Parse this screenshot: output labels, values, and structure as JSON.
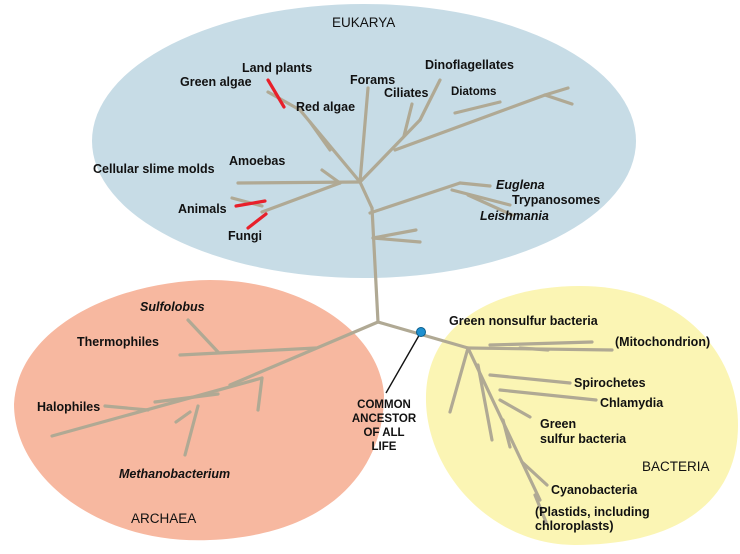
{
  "domains": {
    "eukarya": "EUKARYA",
    "archaea": "ARCHAEA",
    "bacteria": "BACTERIA"
  },
  "eukarya_taxa": {
    "land_plants": "Land plants",
    "green_algae": "Green algae",
    "red_algae": "Red algae",
    "forams": "Forams",
    "dinoflagellates": "Dinoflagellates",
    "ciliates": "Ciliates",
    "diatoms": "Diatoms",
    "cellular_slime_molds": "Cellular slime molds",
    "amoebas": "Amoebas",
    "animals": "Animals",
    "fungi": "Fungi",
    "euglena": "Euglena",
    "trypanosomes": "Trypanosomes",
    "leishmania": "Leishmania"
  },
  "archaea_taxa": {
    "sulfolobus": "Sulfolobus",
    "thermophiles": "Thermophiles",
    "halophiles": "Halophiles",
    "methanobacterium": "Methanobacterium"
  },
  "bacteria_taxa": {
    "green_nonsulfur": "Green nonsulfur bacteria",
    "mitochondrion": "(Mitochondrion)",
    "spirochetes": "Spirochetes",
    "chlamydia": "Chlamydia",
    "green_sulfur_1": "Green",
    "green_sulfur_2": "sulfur bacteria",
    "cyanobacteria": "Cyanobacteria",
    "plastids_1": "(Plastids, including",
    "plastids_2": "chloroplasts)"
  },
  "common_ancestor": {
    "line1": "COMMON",
    "line2": "ANCESTOR",
    "line3": "OF ALL",
    "line4": "LIFE"
  },
  "colors": {
    "eukarya_fill": "#c7dce6",
    "archaea_fill": "#f7b8a0",
    "bacteria_fill": "#fbf5b4",
    "branch": "#b0a994",
    "highlight": "#e8202a",
    "ancestor_dot": "#1e90d0"
  }
}
